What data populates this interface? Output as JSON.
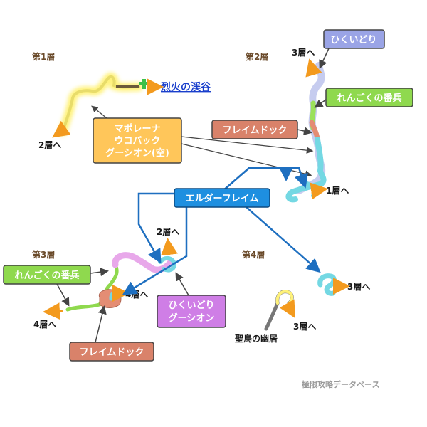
{
  "floors": {
    "f1": "第1層",
    "f2": "第2層",
    "f3": "第3層",
    "f4": "第4層"
  },
  "exits": {
    "f1_to_2": "2層へ",
    "f2_to_3": "3層へ",
    "f2_to_1": "1層へ",
    "f3_to_2": "2層へ",
    "f3_to_4a": "4層へ",
    "f3_to_4b": "4層へ",
    "f4_to_3a": "3層へ",
    "f4_to_3b": "3層へ"
  },
  "destinations": {
    "valley_link": "烈火の渓谷",
    "shrine": "聖鳥の幽居"
  },
  "enemy_labels": {
    "hikui_dori_f2": "ひくいどり",
    "rengoku_banpei_f2": "れんごくの番兵",
    "flame_dog_f2": "フレイムドック",
    "mapo_group": [
      "マポレーナ",
      "ウコバック",
      "グーシオン(空)"
    ],
    "elder_flame": "エルダーフレイム",
    "rengoku_banpei_f3": "れんごくの番兵",
    "flame_dog_f3": "フレイムドック",
    "hikui_group": [
      "ひくいどり",
      "グーシオン"
    ]
  },
  "credit": "極限攻略データベース",
  "colors": {
    "hikui_box": "#9aa4e6",
    "rengoku_box": "#8fd94e",
    "flame_box": "#d9826a",
    "mapo_box": "#ffc65a",
    "elder_box": "#1e8fe0",
    "hikui_group_box": "#cf7ee6",
    "arrow_orange": "#f39a1e",
    "pointer_blue": "#1e6fc0"
  }
}
